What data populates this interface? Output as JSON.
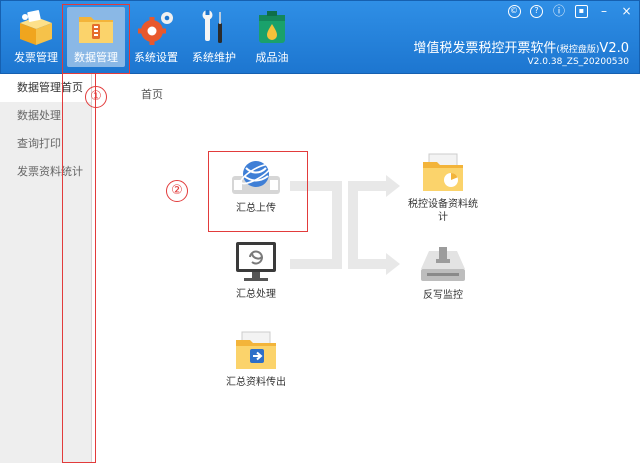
{
  "toolbar": {
    "buttons": [
      {
        "label": "发票管理",
        "icon": "invoice-box-icon"
      },
      {
        "label": "数据管理",
        "icon": "data-folder-icon"
      },
      {
        "label": "系统设置",
        "icon": "gear-icon"
      },
      {
        "label": "系统维护",
        "icon": "wrench-screwdriver-icon"
      },
      {
        "label": "成品油",
        "icon": "oil-drop-icon"
      }
    ],
    "active_index": 1,
    "window_controls": [
      {
        "symbol": "©",
        "name": "copyright-icon"
      },
      {
        "symbol": "?",
        "name": "help-icon"
      },
      {
        "symbol": "ⓘ",
        "name": "info-icon"
      },
      {
        "symbol": "▪",
        "name": "lock-icon"
      },
      {
        "symbol": "–",
        "name": "minimize-icon"
      },
      {
        "symbol": "×",
        "name": "close-icon"
      }
    ]
  },
  "app": {
    "title_main": "增值税发票税控开票软件",
    "title_sub": "(税控盘版)",
    "title_ver": "V2.0",
    "version": "V2.0.38_ZS_20200530"
  },
  "sidebar": {
    "items": [
      {
        "label": "数据管理首页",
        "active": true
      },
      {
        "label": "数据处理",
        "active": false
      },
      {
        "label": "查询打印",
        "active": false
      },
      {
        "label": "发票资料统计",
        "active": false
      }
    ]
  },
  "breadcrumb": "首页",
  "nodes": {
    "upload": {
      "label": "汇总上传",
      "icon": "upload-globe-icon"
    },
    "process": {
      "label": "汇总处理",
      "icon": "monitor-refresh-icon"
    },
    "export": {
      "label": "汇总资料传出",
      "icon": "folder-export-icon"
    },
    "device_stats": {
      "label_line1": "税控设备资料统",
      "label_line2": "计",
      "icon": "folder-chart-icon"
    },
    "write_monitor": {
      "label": "反写监控",
      "icon": "disk-drive-icon"
    }
  },
  "annotations": [
    "①",
    "②"
  ],
  "colors": {
    "toolbar": "#1d76d0",
    "annotation": "#e23b3b",
    "sidebar": "#eeeeee",
    "flow_arrow": "#e6e6e6"
  }
}
